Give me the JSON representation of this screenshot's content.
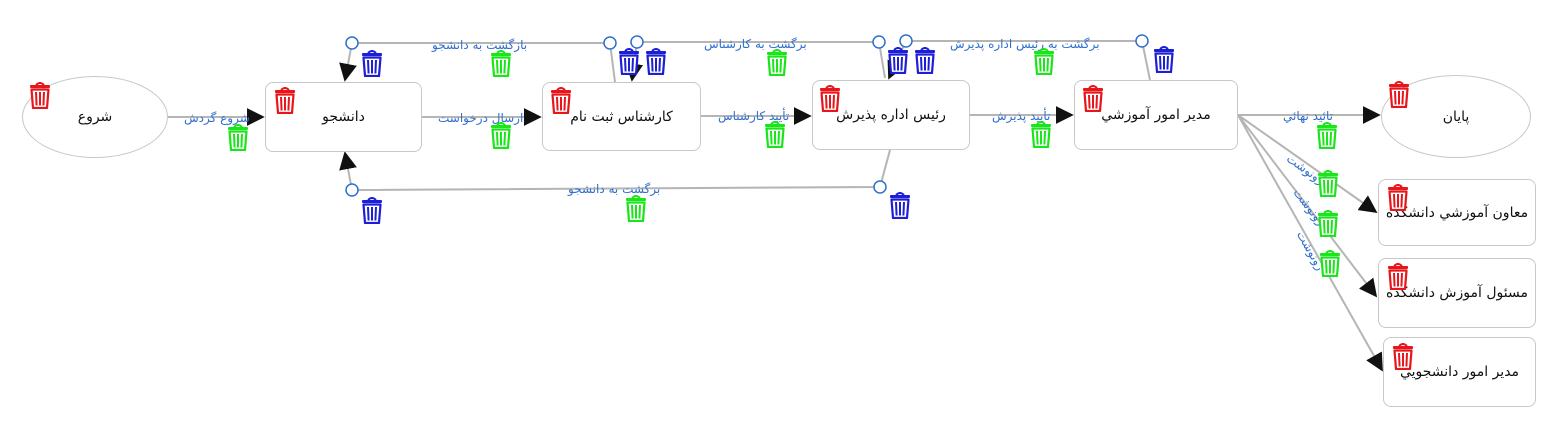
{
  "nodes": {
    "start": "شروع",
    "student": "دانشجو",
    "registrar": "کارشناس ثبت نام",
    "admission_head": "رئيس اداره پذيرش",
    "edu_manager": "مدير امور آموزشي",
    "end": "پايان",
    "faculty_deputy": "معاون آموزشي دانشكده",
    "faculty_officer": "مسئول آموزش دانشكده",
    "student_affairs": "مدير امور دانشجويي"
  },
  "edges": {
    "start_flow": "شروع گردش",
    "send_request": "ارسال درخواست",
    "registrar_approve": "تأييد كارشناس",
    "admission_approve": "تأييد پذيرش",
    "final_approve": "تائيد نهائي",
    "return_to_student_top": "بازگشت به دانشجو",
    "return_to_registrar": "برگشت به کارشناس",
    "return_to_admission_head": "برگشت به رئيس اداره پذيرش",
    "return_to_student_bottom": "برگشت به دانشجو",
    "cc1": "رونوشت",
    "cc2": "رونوشت",
    "cc3": "رونوشت"
  },
  "colors": {
    "node_delete": "#e8151b",
    "edge_delete": "#19e619",
    "return_delete": "#1d1fd6",
    "edge_line": "#b5b5b5",
    "label": "#2f6fd0",
    "handle": "#2f6fd0"
  },
  "icons": {
    "node_delete": "trash-icon",
    "edge_delete": "trash-icon",
    "handle": "circle-handle"
  }
}
